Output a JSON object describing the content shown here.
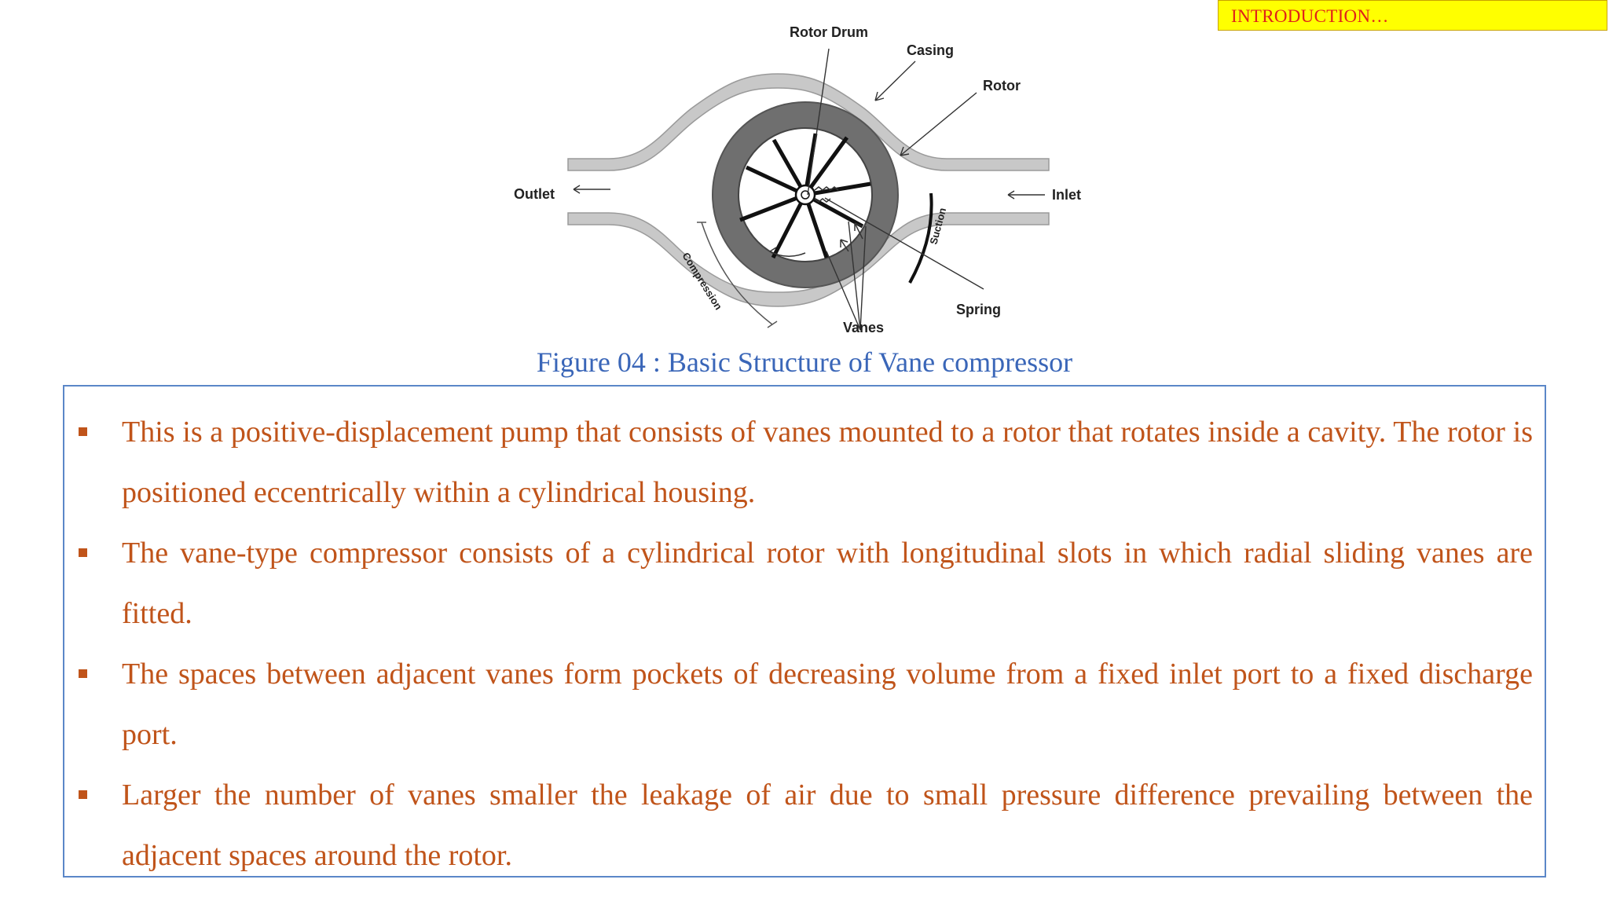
{
  "header": {
    "section_badge": "INTRODUCTION…"
  },
  "diagram": {
    "labels": {
      "rotor_drum": "Rotor Drum",
      "casing": "Casing",
      "rotor": "Rotor",
      "outlet": "Outlet",
      "inlet": "Inlet",
      "suction": "Suction",
      "compression": "Compression",
      "spring": "Spring",
      "vanes": "Vanes"
    }
  },
  "caption": "Figure 04 : Basic Structure of Vane compressor",
  "bullets": [
    "This is a positive-displacement pump that consists of vanes mounted to a rotor that rotates inside a cavity. The rotor is positioned eccentrically within a cylindrical housing.",
    "The vane-type compressor consists of a cylindrical rotor with longitudinal slots in which radial sliding vanes are fitted.",
    "The spaces between adjacent vanes form pockets of decreasing volume from a fixed inlet port to a fixed discharge port.",
    "Larger the number of vanes smaller the leakage of air due to small pressure difference prevailing between the adjacent spaces around the rotor."
  ],
  "colors": {
    "badge_background": "#ffff00",
    "badge_text": "#e0201a",
    "caption_text": "#3a66b8",
    "body_text": "#c0541a",
    "box_border": "#5b87c8"
  }
}
